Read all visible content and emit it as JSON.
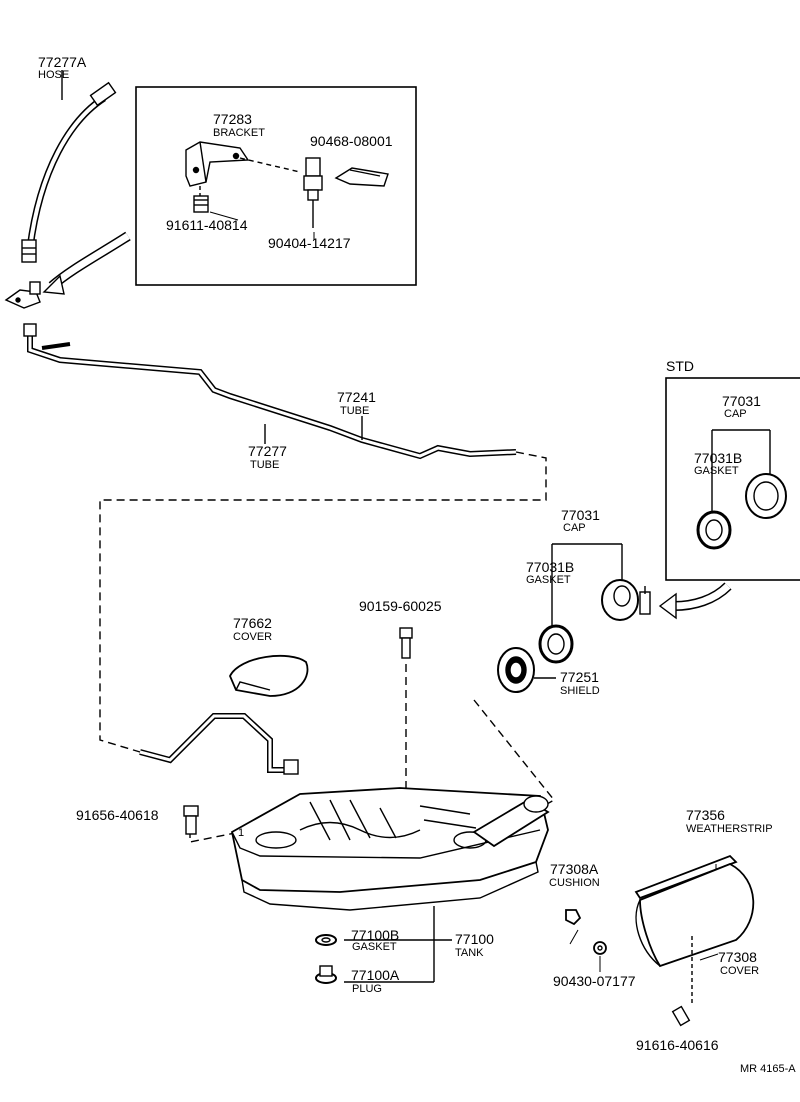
{
  "diagram_id": "MR 4165-A",
  "std_label": "STD",
  "parts": {
    "hose": {
      "number": "77277A",
      "name": "HOSE"
    },
    "bracket": {
      "number": "77283",
      "name": "BRACKET"
    },
    "p9046808001": {
      "number": "90468-08001"
    },
    "p9161140814": {
      "number": "91611-40814"
    },
    "p9040414217": {
      "number": "90404-14217"
    },
    "tube_upper": {
      "number": "77241",
      "name": "TUBE"
    },
    "tube_lower": {
      "number": "77277",
      "name": "TUBE"
    },
    "cap_std": {
      "number": "77031",
      "name": "CAP"
    },
    "gasket_std": {
      "number": "77031B",
      "name": "GASKET"
    },
    "cap": {
      "number": "77031",
      "name": "CAP"
    },
    "gasket": {
      "number": "77031B",
      "name": "GASKET"
    },
    "shield": {
      "number": "77251",
      "name": "SHIELD"
    },
    "cover_small": {
      "number": "77662",
      "name": "COVER"
    },
    "p9015960025": {
      "number": "90159-60025"
    },
    "p9165640618": {
      "number": "91656-40618"
    },
    "tank": {
      "number": "77100",
      "name": "TANK"
    },
    "tank_gasket": {
      "number": "77100B",
      "name": "GASKET"
    },
    "plug": {
      "number": "77100A",
      "name": "PLUG"
    },
    "weatherstrip": {
      "number": "77356",
      "name": "WEATHERSTRIP"
    },
    "cushion": {
      "number": "77308A",
      "name": "CUSHION"
    },
    "p9043007177": {
      "number": "90430-07177"
    },
    "cover_large": {
      "number": "77308",
      "name": "COVER"
    },
    "p9161640616": {
      "number": "91616-40616"
    }
  },
  "callout_mark": "1"
}
